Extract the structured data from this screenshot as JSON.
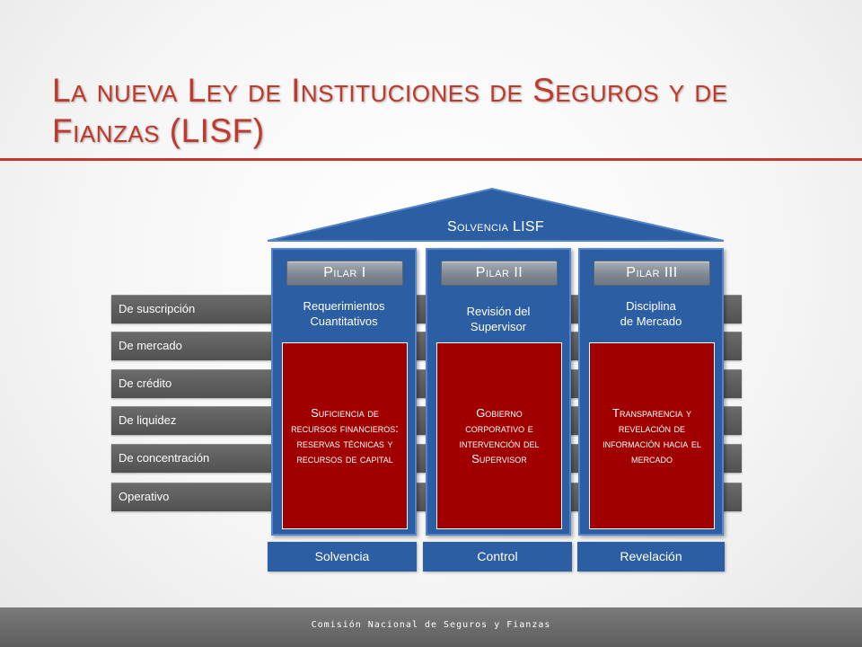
{
  "slide": {
    "title": "La nueva Ley de Instituciones de Seguros y de Fianzas (LISF)",
    "roof_label": "Solvencia LISF",
    "risks": [
      "De suscripción",
      "De mercado",
      "De crédito",
      "De liquidez",
      "De concentración",
      "Operativo"
    ],
    "pillars": [
      {
        "label": "Pilar I",
        "subtitle": "Requerimientos Cuantitativos",
        "detail": "Suficiencia de recursos financieros: reservas técnicas y recursos de capital",
        "base": "Solvencia"
      },
      {
        "label": "Pilar II",
        "subtitle": "Revisión del Supervisor",
        "detail": "Gobierno corporativo e intervención del Supervisor",
        "base": "Control"
      },
      {
        "label": "Pilar III",
        "subtitle": "Disciplina de Mercado",
        "detail": "Transparencia y revelación de información hacia el mercado",
        "base": "Revelación"
      }
    ],
    "footer": "Comisión Nacional de Seguros y Fianzas"
  },
  "colors": {
    "title": "#c0392b",
    "blue": "#2c5ea4",
    "red": "#a00000",
    "gray_bar": "#5e5e5e"
  }
}
